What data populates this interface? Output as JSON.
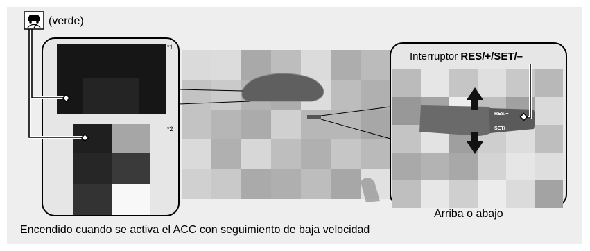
{
  "indicator": {
    "icon": "acc-low-speed-follow-icon",
    "label": "(verde)",
    "color": "#2e7d32"
  },
  "notes": {
    "note1": "*1",
    "note2": "*2"
  },
  "switch": {
    "label_prefix": "Interruptor ",
    "label_bold": "RES/+/SET/–",
    "res_label": "RES/+",
    "set_label": "SET/−"
  },
  "updown_label": "Arriba o abajo",
  "caption": "Encendido cuando se activa el ACC con seguimiento de baja velocidad"
}
